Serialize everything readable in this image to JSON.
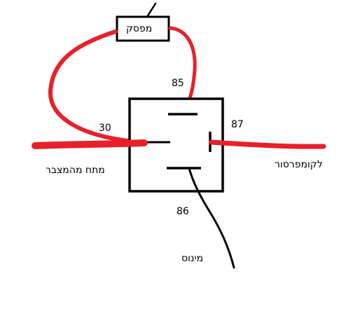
{
  "labels": {
    "switch": "מפסק",
    "terminal_85": "85",
    "terminal_30": "30",
    "terminal_87": "87",
    "terminal_86": "86",
    "battery_feed": "מתח מהמצבר",
    "compressor": "לקומפרסור",
    "minus": "מינוס"
  },
  "colors": {
    "wire_positive": "#e8202a",
    "wire_negative": "#000000",
    "outline": "#000000"
  }
}
